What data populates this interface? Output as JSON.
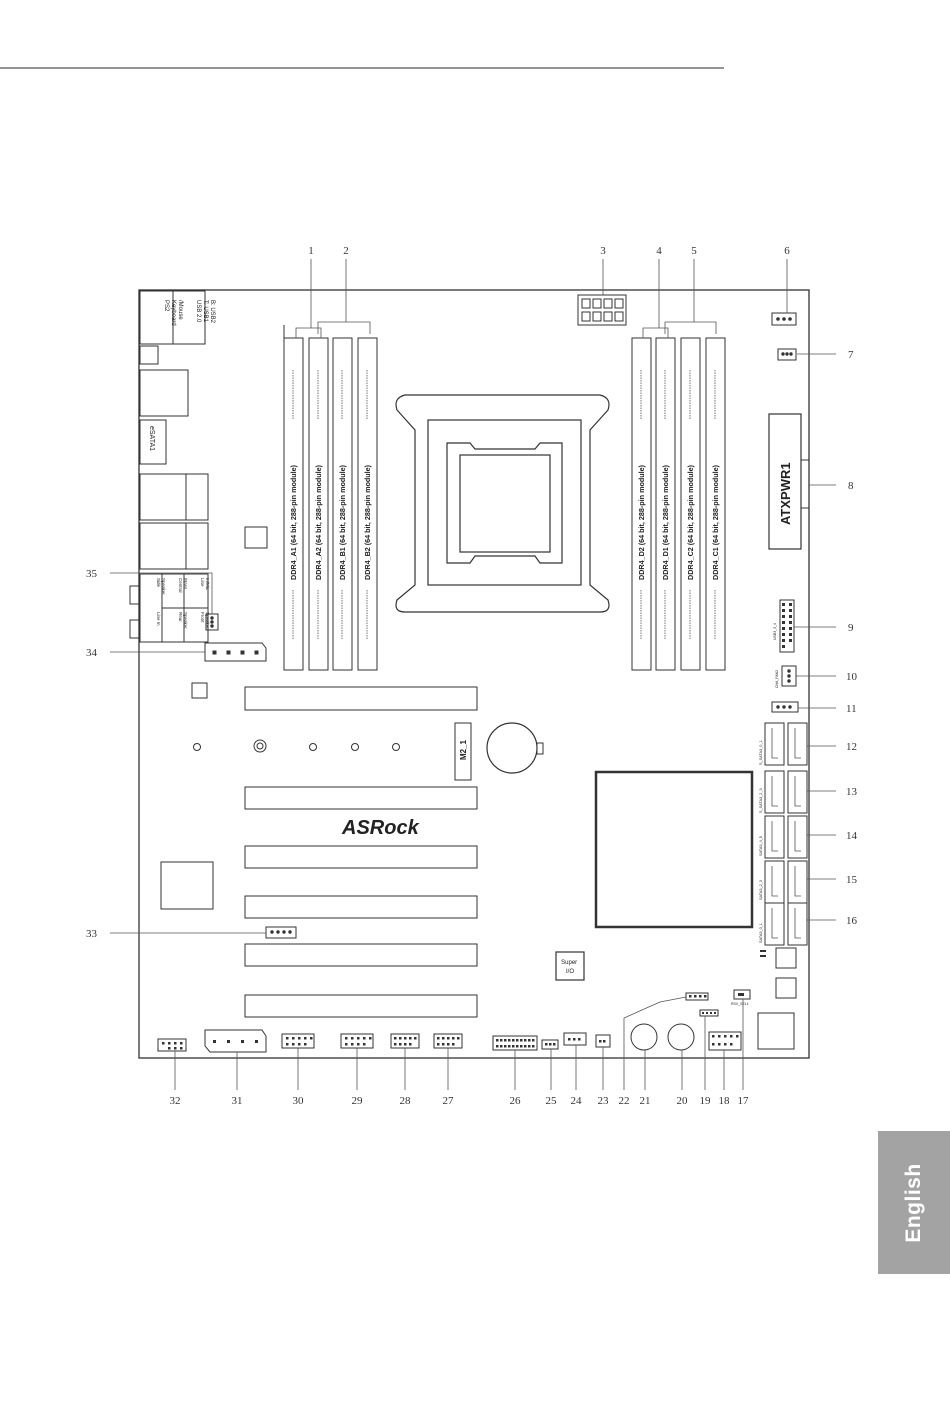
{
  "language_tab": "English",
  "board": {
    "logo": "ASRock",
    "io_usb_label": [
      "USB 2.0",
      "T: USB1",
      "B: USB2"
    ],
    "io_ps2_label": [
      "PS2",
      "Keyboard",
      "/Mouse"
    ],
    "esata_label": "eSATA1",
    "audio_left_labels": [
      "Side",
      "Speaker",
      "Line In"
    ],
    "audio_mid_labels": [
      "Central",
      "/Bass",
      "Rear",
      "Speaker"
    ],
    "audio_right_labels": [
      "Line",
      "In/Mic",
      "Front",
      "Speaker"
    ],
    "dimm_labels_left": [
      "DDR4_A1 (64 bit, 288-pin module)",
      "DDR4_A2 (64 bit, 288-pin module)",
      "DDR4_B1 (64 bit, 288-pin module)",
      "DDR4_B2 (64 bit, 288-pin module)"
    ],
    "dimm_labels_right": [
      "DDR4_D2 (64 bit, 288-pin module)",
      "DDR4_D1 (64 bit, 288-pin module)",
      "DDR4_C2 (64 bit, 288-pin module)",
      "DDR4_C1 (64 bit, 288-pin module)"
    ],
    "atx_label": "ATXPWR1",
    "m2_label": "M2_1",
    "super_io_label": [
      "Super",
      "I/O"
    ],
    "usb3_label": "USB3_3_4",
    "fan_label": "CHA_FAN2",
    "sata_labels": [
      "S_SATA3_0_1",
      "S_SATA3_2_3",
      "SATA3_4_5",
      "SATA3_2_3",
      "SATA3_0_1"
    ],
    "led_label": "RSV_SEL1"
  },
  "callouts": {
    "top": [
      "1",
      "2",
      "3",
      "4",
      "5",
      "6"
    ],
    "right": [
      "7",
      "8",
      "9",
      "10",
      "11",
      "12",
      "13",
      "14",
      "15",
      "16"
    ],
    "bottom": [
      "17",
      "18",
      "19",
      "20",
      "21",
      "22",
      "23",
      "24",
      "25",
      "26",
      "27",
      "28",
      "29",
      "30",
      "31",
      "32"
    ],
    "left": [
      "33",
      "34",
      "35"
    ]
  }
}
